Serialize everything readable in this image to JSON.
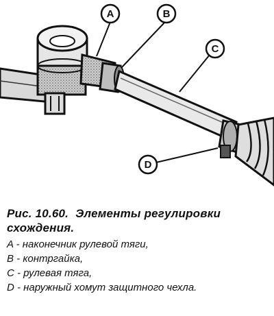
{
  "figure": {
    "callouts": [
      {
        "letter": "A"
      },
      {
        "letter": "B"
      },
      {
        "letter": "C"
      },
      {
        "letter": "D"
      }
    ]
  },
  "caption": {
    "number": "Рис. 10.60.",
    "title_line1": "Элементы регулировки",
    "title_line2": "схождения.",
    "legend": [
      "A - наконечник рулевой тяги,",
      "B - контргайка,",
      "C - рулевая тяга,",
      "D - наружный хомут защитного чехла."
    ]
  }
}
